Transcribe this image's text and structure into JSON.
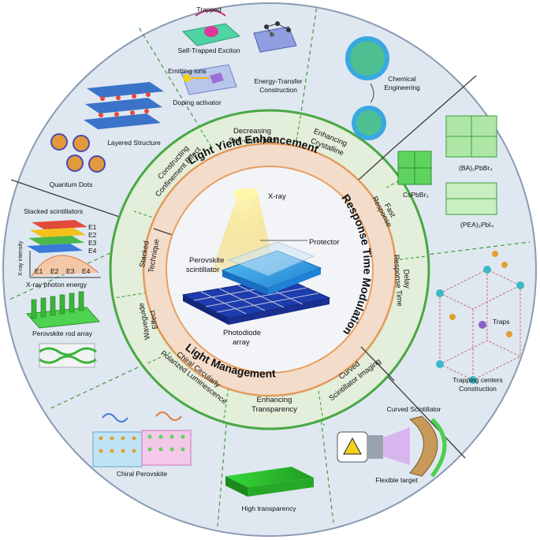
{
  "center": {
    "xray": "X-ray",
    "protector": "Protector",
    "perovskite_line1": "Perovskite",
    "perovskite_line2": "scintillator",
    "photodiode_line1": "Photodiode",
    "photodiode_line2": "array"
  },
  "sections": {
    "light_yield": "Light Yield Enhancement",
    "response_time": "Response Time Modulation",
    "light_management": "Light Management"
  },
  "strategies": {
    "self_absorption_1": "Decreasing",
    "self_absorption_2": "Self-absorption",
    "crystalline_1": "Enhancing",
    "crystalline_2": "Crystalline",
    "confinement_1": "Constructing",
    "confinement_2": "Confinement Effect",
    "fast_1": "Fast",
    "fast_2": "Response",
    "delay_1": "Delay",
    "delay_2": "Response Time",
    "stacked_1": "Stacked",
    "stacked_2": "Technique",
    "waveguide_1": "Waveguide",
    "waveguide_2": "Effect",
    "chiral_1": "Chiral Circularly",
    "chiral_2": "Polarized Luminescence",
    "transparency_1": "Enhancing",
    "transparency_2": "Transparency",
    "curved_1": "Curved",
    "curved_2": "Scintillator Imaging"
  },
  "outer": {
    "trapped": "Trapped",
    "self_trapped_exciton": "Self-Trapped Exciton",
    "emitting_ions": "Emitting ions",
    "doping_activator": "Doping activator",
    "energy_transfer_1": "Energy-Transfer",
    "energy_transfer_2": "Construction",
    "chemical_1": "Chemical",
    "chemical_2": "Engineering",
    "layered_structure": "Layered Structure",
    "quantum_dots": "Quantum Dots",
    "ba_pbbr4": "(BA)₂PbBr₄",
    "cspbbr3": "CsPbBr₃",
    "pea_pbi4": "(PEA)₂PbI₄",
    "stacked_scintillators": "Stacked scintillators",
    "e1": "E1",
    "e2": "E2",
    "e3": "E3",
    "e4": "E4",
    "xray_intensity": "X-ray intensity",
    "xray_photon_energy": "X-ray photon energy",
    "perovskite_rod_array": "Perovskite rod array",
    "traps": "Traps",
    "trapping_centers_1": "Trapping centers",
    "trapping_centers_2": "Construction",
    "curved_scintillator": "Curved Scintillator",
    "flexible_target": "Flexible target",
    "chiral_perovskite": "Chiral Perovskite",
    "high_transparency": "High transparency"
  },
  "colors": {
    "outer_ring": "#dfe7f1",
    "green_ring": "#e3eedb",
    "orange_ring": "#f4dccb",
    "center_disc": "#f2f4f7",
    "accent_green": "#43b13a",
    "accent_blue": "#2f86d8",
    "accent_orange": "#e0a35c"
  }
}
